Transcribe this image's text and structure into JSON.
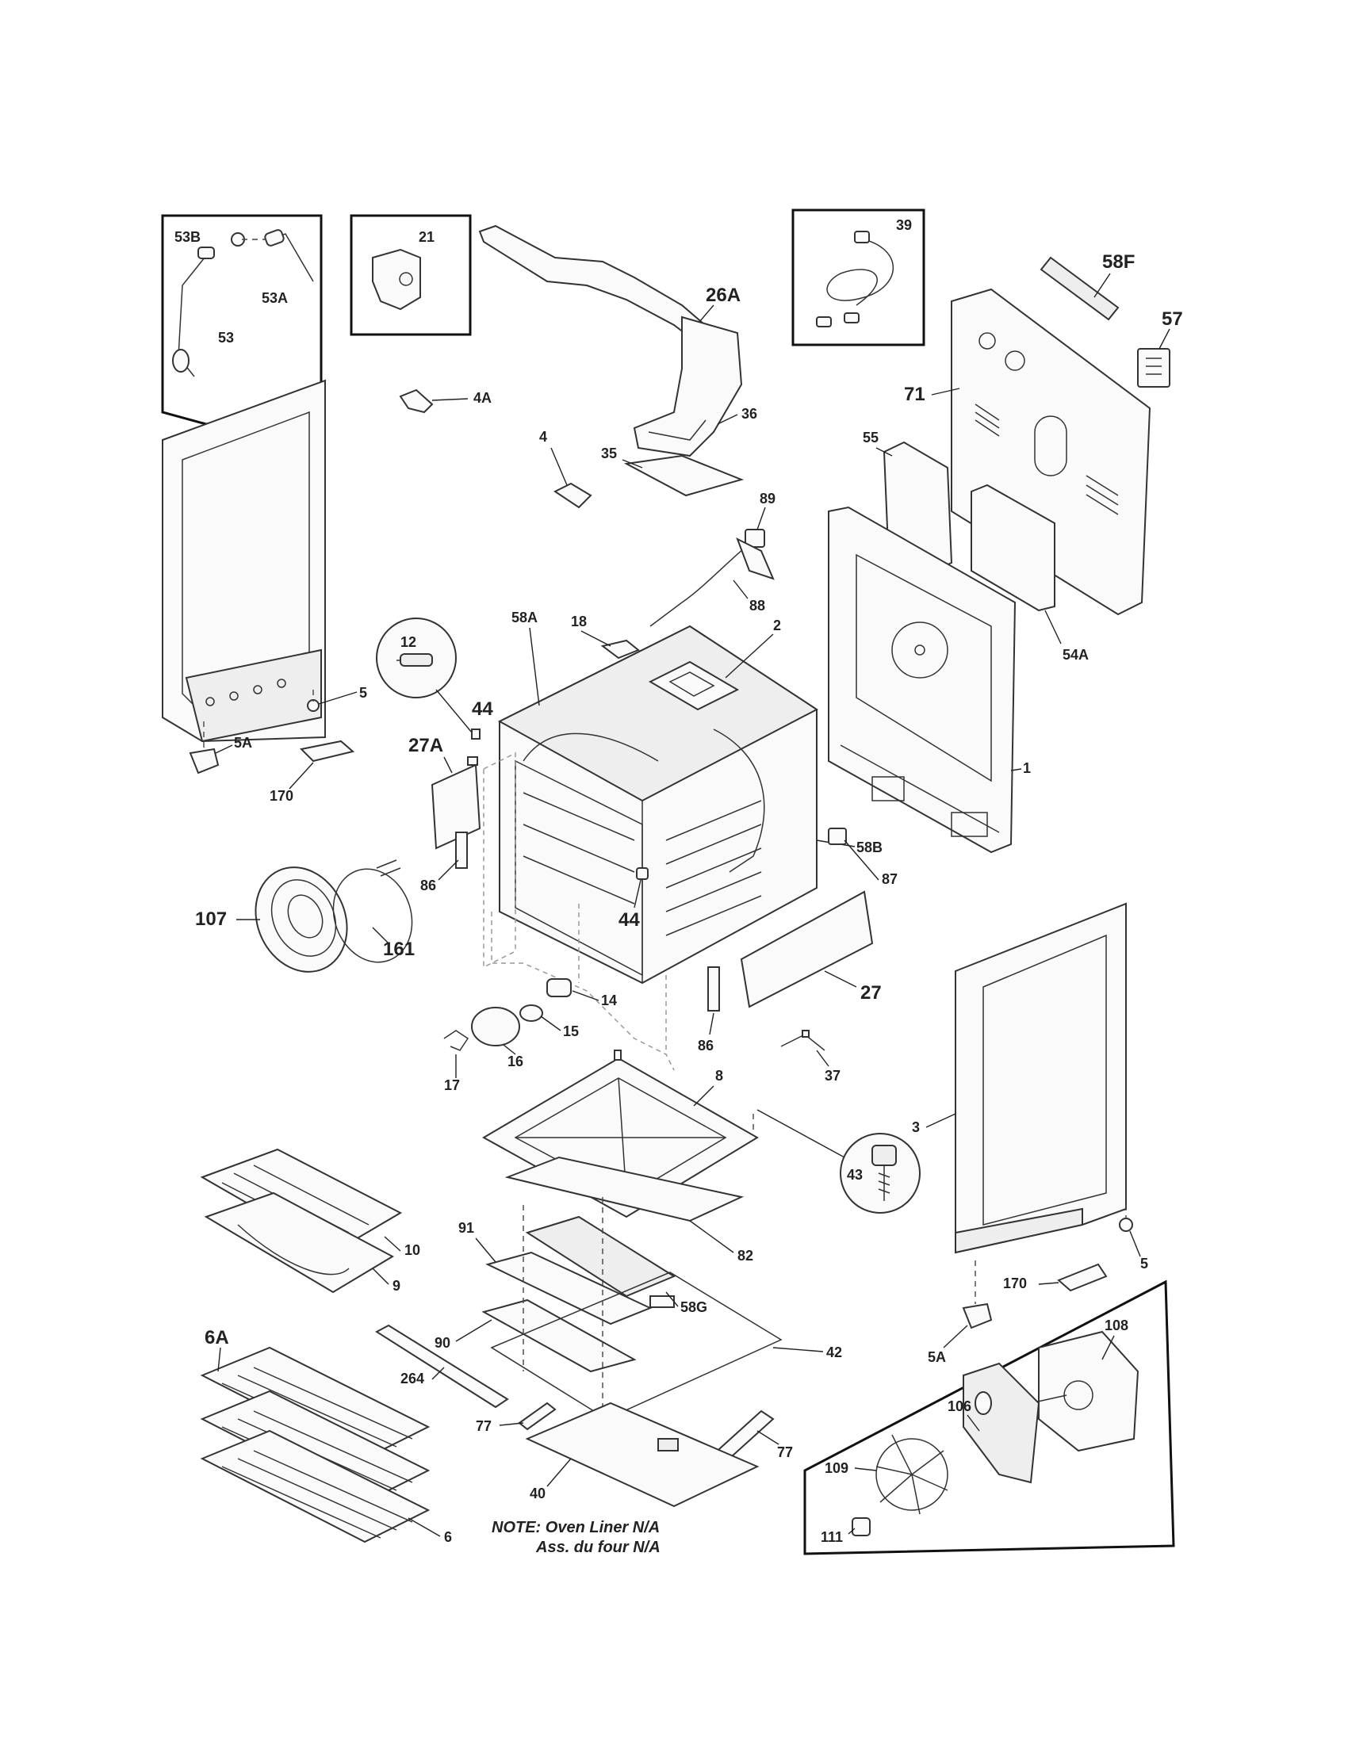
{
  "note": {
    "line1": "NOTE: Oven Liner N/A",
    "line2": "Ass. du four N/A"
  },
  "labels": {
    "p53B": "53B",
    "p53": "53",
    "p53A": "53A",
    "p21": "21",
    "p26A": "26A",
    "p39": "39",
    "p58F": "58F",
    "p57": "57",
    "p71": "71",
    "p4A": "4A",
    "p36": "36",
    "p55": "55",
    "p4": "4",
    "p35": "35",
    "p89": "89",
    "p88": "88",
    "p54A": "54A",
    "p18": "18",
    "p2": "2",
    "p12": "12",
    "p44a": "44",
    "p58A": "58A",
    "p5a": "5",
    "p5Aa": "5A",
    "p27A": "27A",
    "p170a": "170",
    "p1": "1",
    "p87": "87",
    "p86a": "86",
    "p58B": "58B",
    "p107": "107",
    "p161": "161",
    "p44b": "44",
    "p27": "27",
    "p14": "14",
    "p15": "15",
    "p86b": "86",
    "p16": "16",
    "p17": "17",
    "p37": "37",
    "p8": "8",
    "p3": "3",
    "p43": "43",
    "p10": "10",
    "p9": "9",
    "p91": "91",
    "p82": "82",
    "p58G": "58G",
    "p90": "90",
    "p42": "42",
    "p6A": "6A",
    "p264": "264",
    "p77a": "77",
    "p77b": "77",
    "p40": "40",
    "p6": "6",
    "p5b": "5",
    "p170b": "170",
    "p5Ab": "5A",
    "p108": "108",
    "p106": "106",
    "p109": "109",
    "p111": "111"
  }
}
